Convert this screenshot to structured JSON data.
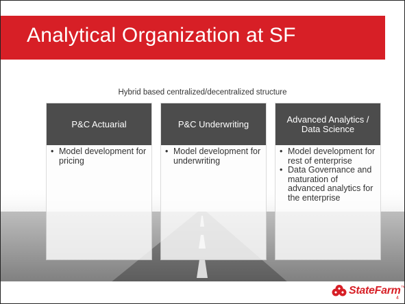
{
  "slide": {
    "title": "Analytical Organization at SF",
    "subtitle": "Hybrid based centralized/decentralized structure",
    "columns": [
      {
        "header": "P&C Actuarial",
        "bullets": [
          "Model development for pricing"
        ]
      },
      {
        "header": "P&C Underwriting",
        "bullets": [
          "Model development for underwriting"
        ]
      },
      {
        "header": "Advanced Analytics / Data Science",
        "bullets": [
          "Model development for rest of enterprise",
          "Data Governance and maturation of advanced analytics for the enterprise"
        ]
      }
    ],
    "logo_text": "StateFarm",
    "logo_mark": "™",
    "page_number": "4"
  },
  "colors": {
    "title_bar": "#d71f26",
    "header_fill": "#4c4c4c",
    "brand_red": "#d71f26"
  },
  "icons": [
    "state-farm-logo-icon",
    "bullet-icon"
  ]
}
